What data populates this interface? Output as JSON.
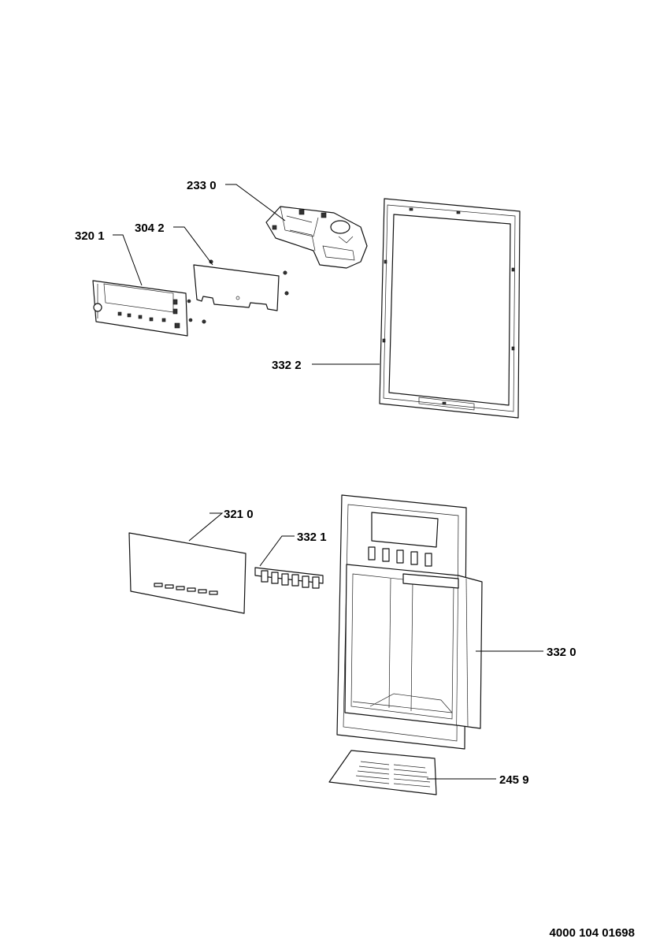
{
  "callouts": {
    "p2330": "233 0",
    "p3042": "304 2",
    "p3201": "320 1",
    "p3322": "332 2",
    "p3210": "321 0",
    "p3321": "332 1",
    "p3320": "332 0",
    "p2459": "245 9"
  },
  "footer": {
    "document_number": "4000 104 01698"
  }
}
